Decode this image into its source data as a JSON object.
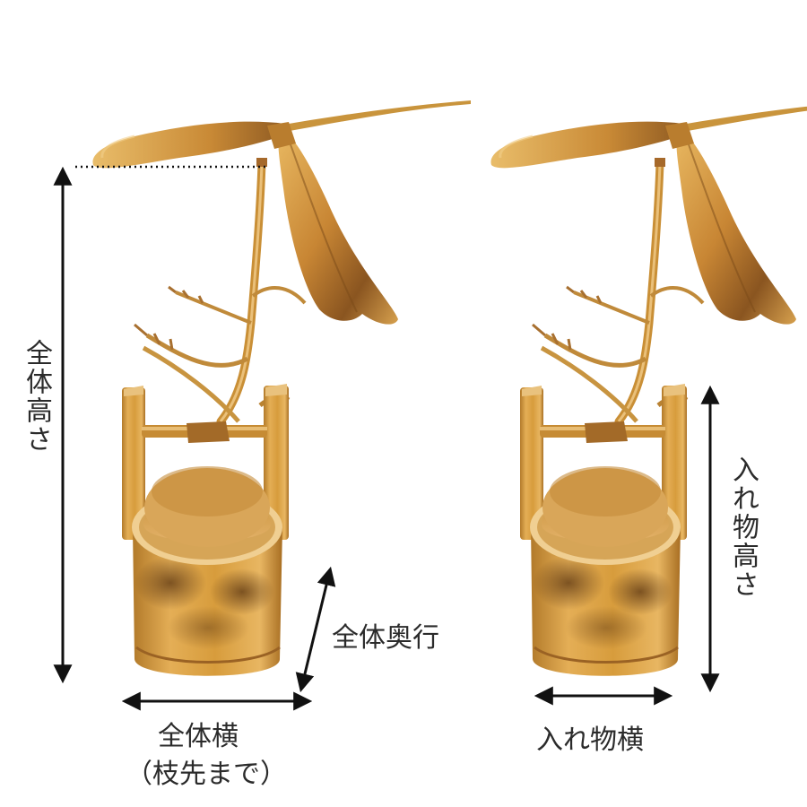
{
  "labels": {
    "total_height": "全体高さ",
    "total_depth": "全体奥行",
    "total_width_line1": "全体横",
    "total_width_line2": "（枝先まで）",
    "vessel_height": "入れ物高さ",
    "vessel_width": "入れ物横"
  },
  "colors": {
    "bamboo_light": "#e8b45a",
    "bamboo_mid": "#cf922f",
    "bamboo_dark": "#7a4a18",
    "leaf_light": "#e6b25a",
    "leaf_dark": "#8a5520",
    "arrow": "#111111",
    "text": "#2b2b2b"
  }
}
